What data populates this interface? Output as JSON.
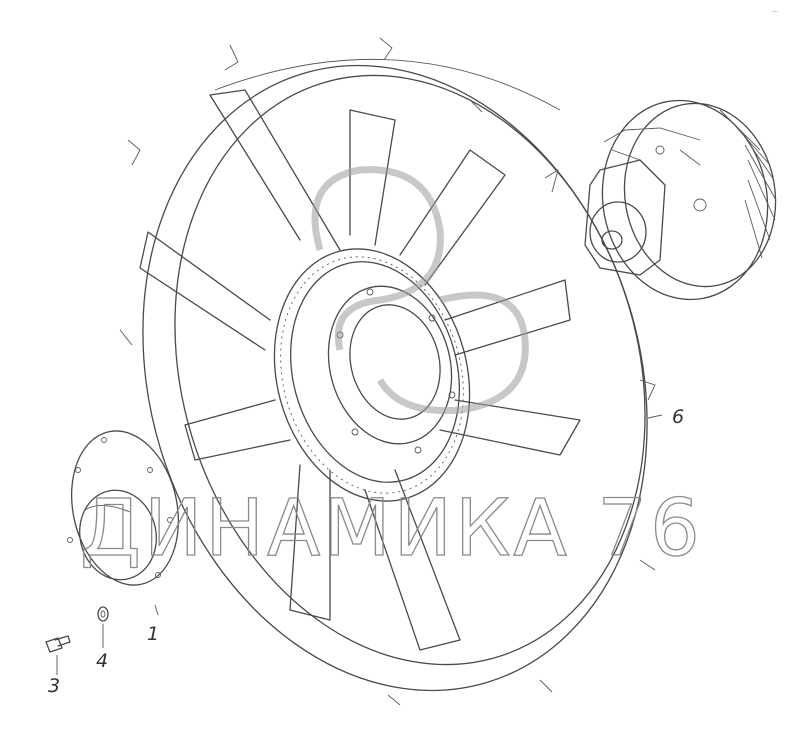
{
  "diagram": {
    "corner_code": "...",
    "watermark": "ДИНАМИКА 76",
    "part_labels": [
      {
        "id": "fan-assembly",
        "label": "6"
      },
      {
        "id": "hub-cover",
        "label": "1"
      },
      {
        "id": "washer",
        "label": "4"
      },
      {
        "id": "bolt",
        "label": "3"
      }
    ],
    "colors": {
      "line": "#4a4a4a",
      "watermark": "#8a8a8a",
      "background": "#ffffff"
    }
  }
}
